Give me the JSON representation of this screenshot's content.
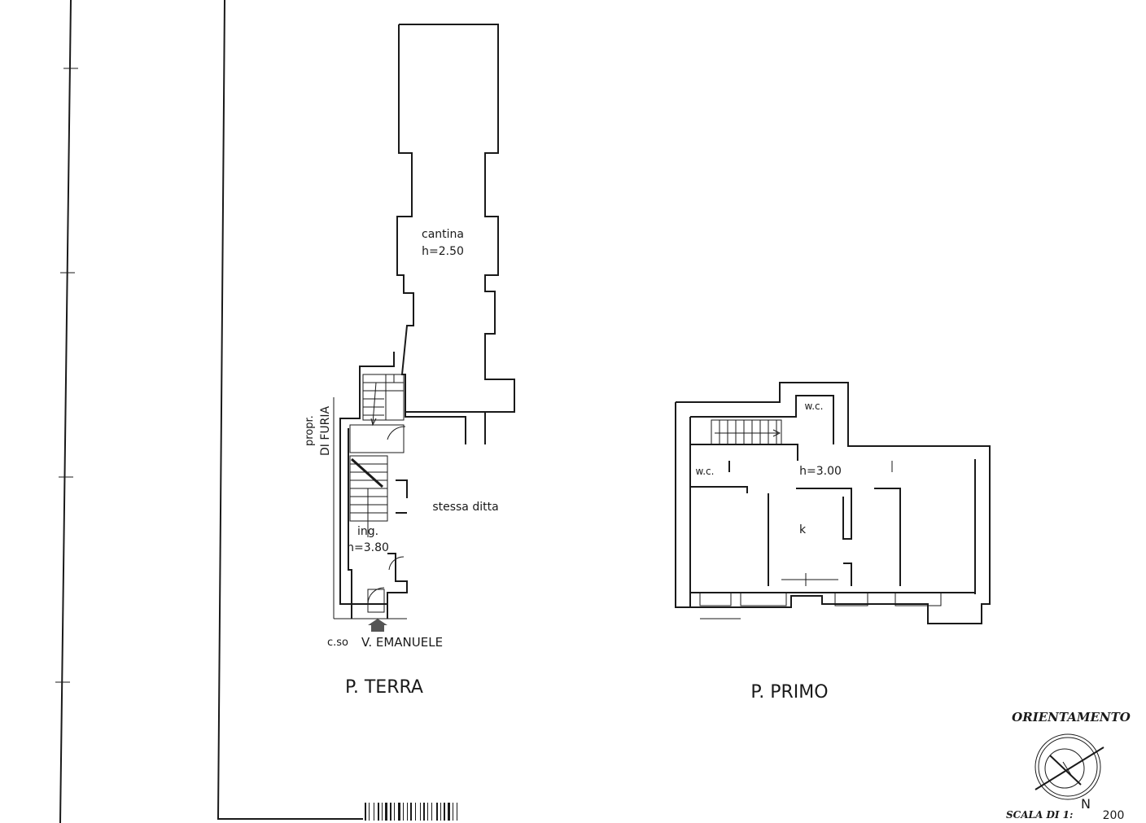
{
  "ground_floor": {
    "title": "P. TERRA",
    "cellar_label": "cantina",
    "cellar_height": "h=2.50",
    "neighbor_line1": "propr.",
    "neighbor_line2": "DI FURIA",
    "same_firm_label": "stessa ditta",
    "entrance_label": "ing.",
    "entrance_height": "h=3.80",
    "street_prefix": "c.so",
    "street_name": "V. EMANUELE"
  },
  "first_floor": {
    "title": "P. PRIMO",
    "wc_label_top": "w.c.",
    "wc_label_left": "w.c.",
    "height_label": "h=3.00",
    "kitchen_label": "k"
  },
  "orientation": {
    "title": "ORIENTAMENTO",
    "north_label": "N"
  },
  "scale": {
    "label": "SCALA DI 1:",
    "value": "200"
  }
}
